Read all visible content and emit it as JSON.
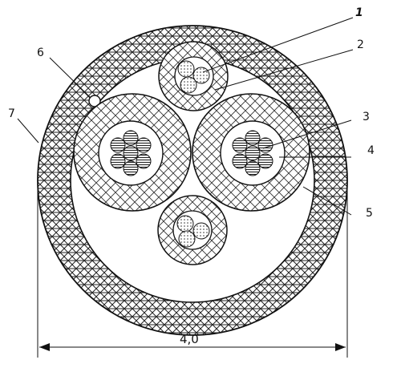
{
  "diagram": {
    "callouts": [
      {
        "id": "1",
        "label": "1"
      },
      {
        "id": "2",
        "label": "2"
      },
      {
        "id": "3",
        "label": "3"
      },
      {
        "id": "4",
        "label": "4"
      },
      {
        "id": "5",
        "label": "5"
      },
      {
        "id": "6",
        "label": "6"
      },
      {
        "id": "7",
        "label": "7"
      }
    ],
    "dimension": {
      "label": "4,0"
    }
  }
}
